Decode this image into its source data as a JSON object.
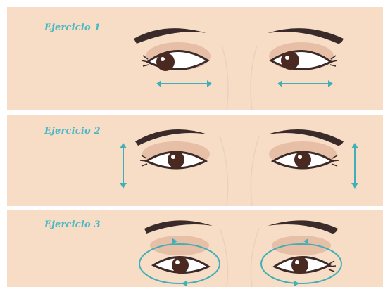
{
  "exercises": [
    {
      "label": "Ejercicio 1",
      "motion": "horizontal"
    },
    {
      "label": "Ejercicio 2",
      "motion": "vertical"
    },
    {
      "label": "Ejercicio 3",
      "motion": "circular"
    }
  ],
  "colors": {
    "panel_background": "#f7dcc6",
    "arrow_accent": "#3fb0b8",
    "title_text": "#4cb8c3",
    "brow": "#3a2a2a",
    "iris": "#4a2a20",
    "eyelid_shadow": "#e7bea6"
  }
}
